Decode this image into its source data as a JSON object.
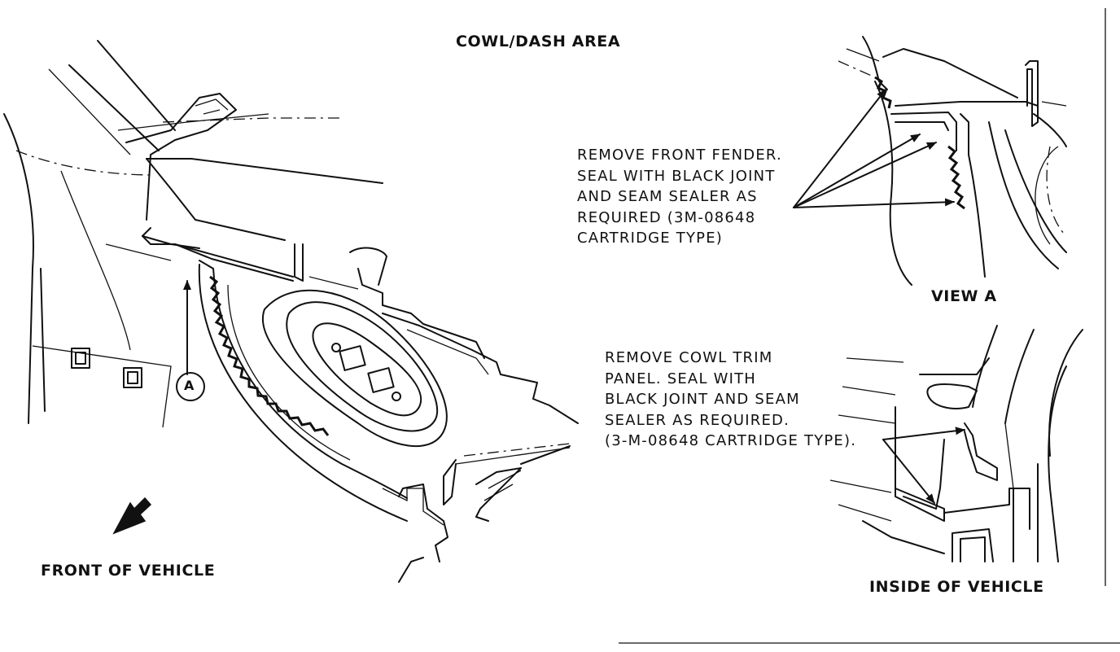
{
  "title": "COWL/DASH AREA",
  "views": {
    "front_label": "FRONT OF VEHICLE",
    "view_a_label": "VIEW A",
    "inside_label": "INSIDE OF VEHICLE",
    "callout_letter": "A"
  },
  "notes": {
    "fender": [
      "REMOVE FRONT FENDER.",
      "SEAL WITH BLACK JOINT",
      "AND SEAM SEALER AS",
      "REQUIRED (3M-08648",
      "CARTRIDGE TYPE)"
    ],
    "cowl": [
      "REMOVE COWL TRIM",
      "PANEL. SEAL WITH",
      "BLACK JOINT AND SEAM",
      "SEALER AS REQUIRED.",
      "(3-M-08648 CARTRIDGE TYPE)."
    ]
  }
}
